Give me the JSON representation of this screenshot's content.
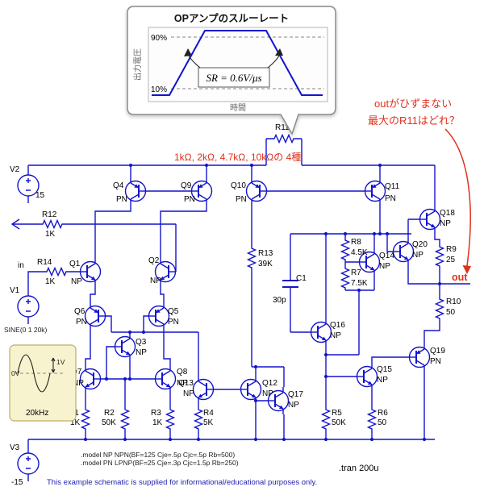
{
  "callout": {
    "title": "OPアンプのスルーレート",
    "y_axis_label": "出力電圧",
    "x_axis_label": "時間",
    "level_90": "90%",
    "level_10": "10%",
    "sr_formula": "SR = 0.6V/μs"
  },
  "annotations": {
    "question_line1": "outがひずまない",
    "question_line2": "最大のR11はどれ？",
    "r11_options": "1kΩ, 2kΩ, 4.7kΩ, 10kΩの 4種",
    "out_label": "out",
    "in_label": "in"
  },
  "note": {
    "zero_label": "0V",
    "amplitude_label": "1V",
    "freq_label": "20kHz"
  },
  "components": {
    "v1": {
      "ref": "V1",
      "value": "SINE(0 1 20k)"
    },
    "v2": {
      "ref": "V2",
      "value": "15"
    },
    "v3": {
      "ref": "V3",
      "value": "-15"
    },
    "r1": {
      "ref": "R1",
      "value": "1K"
    },
    "r2": {
      "ref": "R2",
      "value": "50K"
    },
    "r3": {
      "ref": "R3",
      "value": "1K"
    },
    "r4": {
      "ref": "R4",
      "value": "5K"
    },
    "r5": {
      "ref": "R5",
      "value": "50K"
    },
    "r6": {
      "ref": "R6",
      "value": "50"
    },
    "r7": {
      "ref": "R7",
      "value": "7.5K"
    },
    "r8": {
      "ref": "R8",
      "value": "4.5K"
    },
    "r9": {
      "ref": "R9",
      "value": "25"
    },
    "r10": {
      "ref": "R10",
      "value": "50"
    },
    "r11": {
      "ref": "R11"
    },
    "r12": {
      "ref": "R12",
      "value": "1K"
    },
    "r13": {
      "ref": "R13",
      "value": "39K"
    },
    "r14": {
      "ref": "R14",
      "value": "1K"
    },
    "c1": {
      "ref": "C1",
      "value": "30p"
    },
    "q1": {
      "ref": "Q1",
      "type": "NP"
    },
    "q2": {
      "ref": "Q2",
      "type": "NP"
    },
    "q3": {
      "ref": "Q3",
      "type": "NP"
    },
    "q4": {
      "ref": "Q4",
      "type": "PN"
    },
    "q5": {
      "ref": "Q5",
      "type": "PN"
    },
    "q6": {
      "ref": "Q6",
      "type": "PN"
    },
    "q7": {
      "ref": "Q7",
      "type": "NP"
    },
    "q8": {
      "ref": "Q8",
      "type": "NP"
    },
    "q9": {
      "ref": "Q9",
      "type": "PN"
    },
    "q10": {
      "ref": "Q10",
      "type": "PN"
    },
    "q11": {
      "ref": "Q11",
      "type": "PN"
    },
    "q12": {
      "ref": "Q12",
      "type": "NP"
    },
    "q13": {
      "ref": "Q13",
      "type": "NP"
    },
    "q14": {
      "ref": "Q14",
      "type": "NP"
    },
    "q15": {
      "ref": "Q15",
      "type": "NP"
    },
    "q16": {
      "ref": "Q16",
      "type": "NP"
    },
    "q17": {
      "ref": "Q17",
      "type": "NP"
    },
    "q18": {
      "ref": "Q18",
      "type": "NP"
    },
    "q19": {
      "ref": "Q19",
      "type": "PN"
    },
    "q20": {
      "ref": "Q20",
      "type": "NP"
    }
  },
  "directives": {
    "model_np": ".model NP NPN(BF=125 Cje=.5p Cjc=.5p Rb=500)",
    "model_pn": ".model PN LPNP(BF=25 Cje=.3p Cjc=1.5p Rb=250)",
    "tran": ".tran 200u"
  },
  "footer": "This example schematic is supplied for informational/educational purposes only.",
  "colors": {
    "wire": "#1414cc",
    "annotation_red": "#e0301e",
    "footer_blue": "#2020b0",
    "note_bg": "#f8f3cf"
  }
}
